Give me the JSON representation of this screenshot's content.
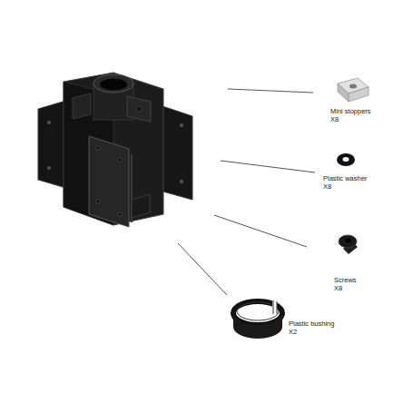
{
  "diagram": {
    "labels": [
      "Mini stoppers",
      "X8",
      "Plastic washer",
      "X8",
      "Screws",
      "X8",
      "Plastic bushing",
      "X2"
    ]
  }
}
